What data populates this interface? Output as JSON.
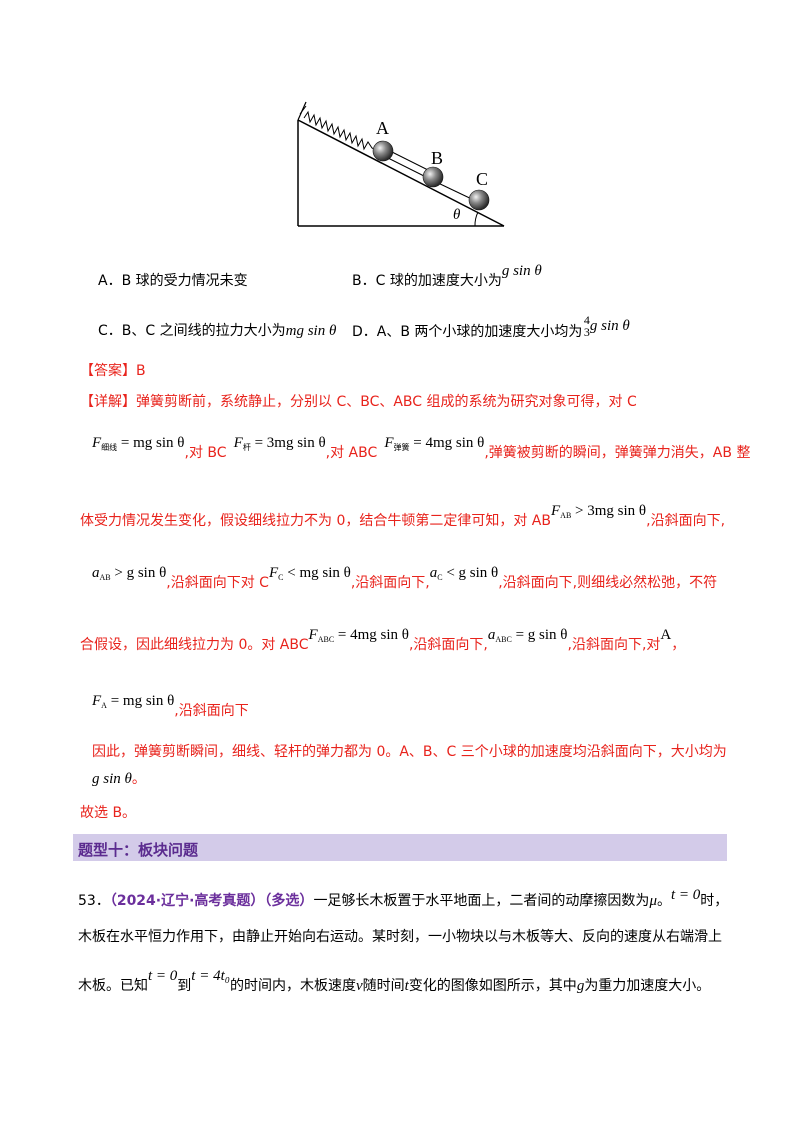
{
  "figure": {
    "label_a": "A",
    "label_b": "B",
    "label_c": "C",
    "label_theta": "θ"
  },
  "options": {
    "a": "A．B 球的受力情况未变",
    "b_text": "B．C 球的加速度大小为",
    "b_math": "g sin θ",
    "c_text": "C．B、C 之间线的拉力大小为",
    "c_math": "mg sin θ",
    "d_text": "D．A、B 两个小球的加速度大小均为",
    "d_frac_num": "4",
    "d_frac_den": "3",
    "d_math": "g sin θ"
  },
  "answer": {
    "label": "【答案】B"
  },
  "detail": {
    "line1": "【详解】弹簧剪断前，系统静止，分别以 C、BC、ABC 组成的系统为研究对象可得，对 C",
    "line2_f1": "F",
    "line2_f1_sub": "细线",
    "line2_f1_rhs": " = mg sin θ",
    "line2_t1": ",对 BC",
    "line2_f2": "F",
    "line2_f2_sub": "杆",
    "line2_f2_rhs": " = 3mg sin θ",
    "line2_t2": ",对 ABC",
    "line2_f3": "F",
    "line2_f3_sub": "弹簧",
    "line2_f3_rhs": " = 4mg sin θ",
    "line2_t3": ",弹簧被剪断的瞬间，弹簧弹力消失，AB 整",
    "line3_t1": "体受力情况发生变化，假设细线拉力不为 0，结合牛顿第二定律可知，对 AB",
    "line3_f": "F",
    "line3_f_sub": "AB",
    "line3_f_rhs": " > 3mg sin θ",
    "line3_t2": ",沿斜面向下,",
    "line4_a": "a",
    "line4_a_sub": "AB",
    "line4_a_rhs": " > g sin θ",
    "line4_t1": ",沿斜面向下对 C",
    "line4_f": "F",
    "line4_f_sub": "C",
    "line4_f_rhs": " < mg sin θ",
    "line4_t2": ",沿斜面向下,",
    "line4_a2": "a",
    "line4_a2_sub": "C",
    "line4_a2_rhs": " < g sin θ",
    "line4_t3": ",沿斜面向下,则细线必然松弛，不符",
    "line5_t1": "合假设，因此细线拉力为 0。对 ABC",
    "line5_f": "F",
    "line5_f_sub": "ABC",
    "line5_f_rhs": " = 4mg sin θ",
    "line5_t2": ",沿斜面向下,",
    "line5_a": "a",
    "line5_a_sub": "ABC",
    "line5_a_rhs": " = g sin θ",
    "line5_t3": ",沿斜面向下,对",
    "line5_A": "A",
    "line5_t4": "，",
    "line6_f": "F",
    "line6_f_sub": "A",
    "line6_f_rhs": " = mg sin θ",
    "line6_t1": ",沿斜面向下",
    "line7": "因此，弹簧剪断瞬间，细线、轻杆的弹力都为 0。A、B、C 三个小球的加速度均沿斜面向下，大小均为",
    "line8_math": "g sin θ",
    "line8_t": "。",
    "line9": "故选 B。"
  },
  "section": {
    "title": "题型十：板块问题"
  },
  "question": {
    "number": "53．",
    "source": "（2024·辽宁·高考真题）（多选）",
    "q1_t1": "一足够长木板置于水平地面上，二者间的动摩擦因数为",
    "q1_mu": "μ",
    "q1_t2": "。",
    "q1_math": "t = 0",
    "q1_t3": "时，",
    "q2": "木板在水平恒力作用下，由静止开始向右运动。某时刻，一小物块以与木板等大、反向的速度从右端滑上",
    "q3_t1": "木板。已知",
    "q3_m1": "t = 0",
    "q3_t2": "到",
    "q3_m2": "t = 4t₀",
    "q3_t3": "的时间内，木板速度",
    "q3_v": "v",
    "q3_t4": "随时间",
    "q3_t": "t",
    "q3_t5": "变化的图像如图所示，其中",
    "q3_g": "g",
    "q3_t6": "为重力加速度大小。"
  }
}
